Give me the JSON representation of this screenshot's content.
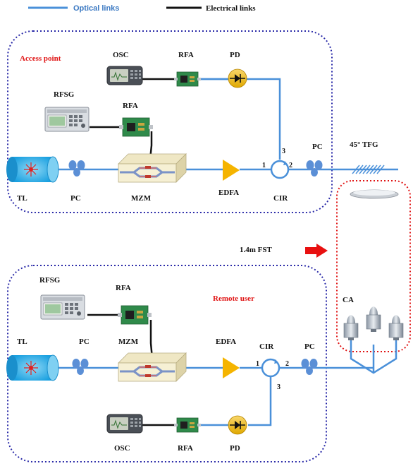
{
  "legend": {
    "optical": "Optical links",
    "electrical": "Electrical links"
  },
  "colors": {
    "optical": "#4a90d9",
    "electrical": "#111111",
    "access_border": "#2a2aa8",
    "channel_border": "#e01515",
    "edfa": "#f5b400",
    "arrow": "#e81010"
  },
  "access": {
    "title": "Access point",
    "osc": "OSC",
    "rfa_top": "RFA",
    "pd": "PD",
    "rfsg": "RFSG",
    "rfa_mid": "RFA",
    "tl": "TL",
    "pc": "PC",
    "mzm": "MZM",
    "edfa": "EDFA",
    "cir": "CIR",
    "port1": "1",
    "port2": "2",
    "port3": "3",
    "pc2": "PC",
    "tfg": "45° TFG"
  },
  "channel": {
    "fst": "1.4m FST",
    "ca": "CA"
  },
  "remote": {
    "title": "Remote user",
    "rfsg": "RFSG",
    "rfa_top": "RFA",
    "tl": "TL",
    "pc": "PC",
    "mzm": "MZM",
    "edfa": "EDFA",
    "cir": "CIR",
    "port1": "1",
    "port2": "2",
    "port3": "3",
    "pc2": "PC",
    "osc": "OSC",
    "rfa_bottom": "RFA",
    "pd": "PD"
  }
}
